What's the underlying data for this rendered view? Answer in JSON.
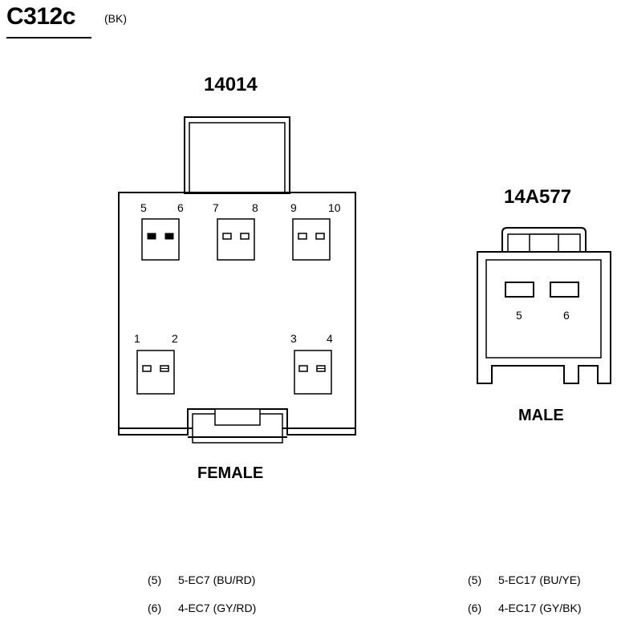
{
  "header": {
    "connector_id": "C312c",
    "color_code": "(BK)"
  },
  "female_connector": {
    "part_number": "14014",
    "gender_label": "FEMALE",
    "pins": [
      "5",
      "6",
      "7",
      "8",
      "9",
      "10",
      "1",
      "2",
      "3",
      "4"
    ]
  },
  "male_connector": {
    "part_number": "14A577",
    "gender_label": "MALE",
    "pins": [
      "5",
      "6"
    ]
  },
  "female_legend": [
    {
      "pin": "(5)",
      "circuit": "5-EC7 (BU/RD)"
    },
    {
      "pin": "(6)",
      "circuit": "4-EC7 (GY/RD)"
    }
  ],
  "male_legend": [
    {
      "pin": "(5)",
      "circuit": "5-EC17 (BU/YE)"
    },
    {
      "pin": "(6)",
      "circuit": "4-EC17 (GY/BK)"
    }
  ]
}
